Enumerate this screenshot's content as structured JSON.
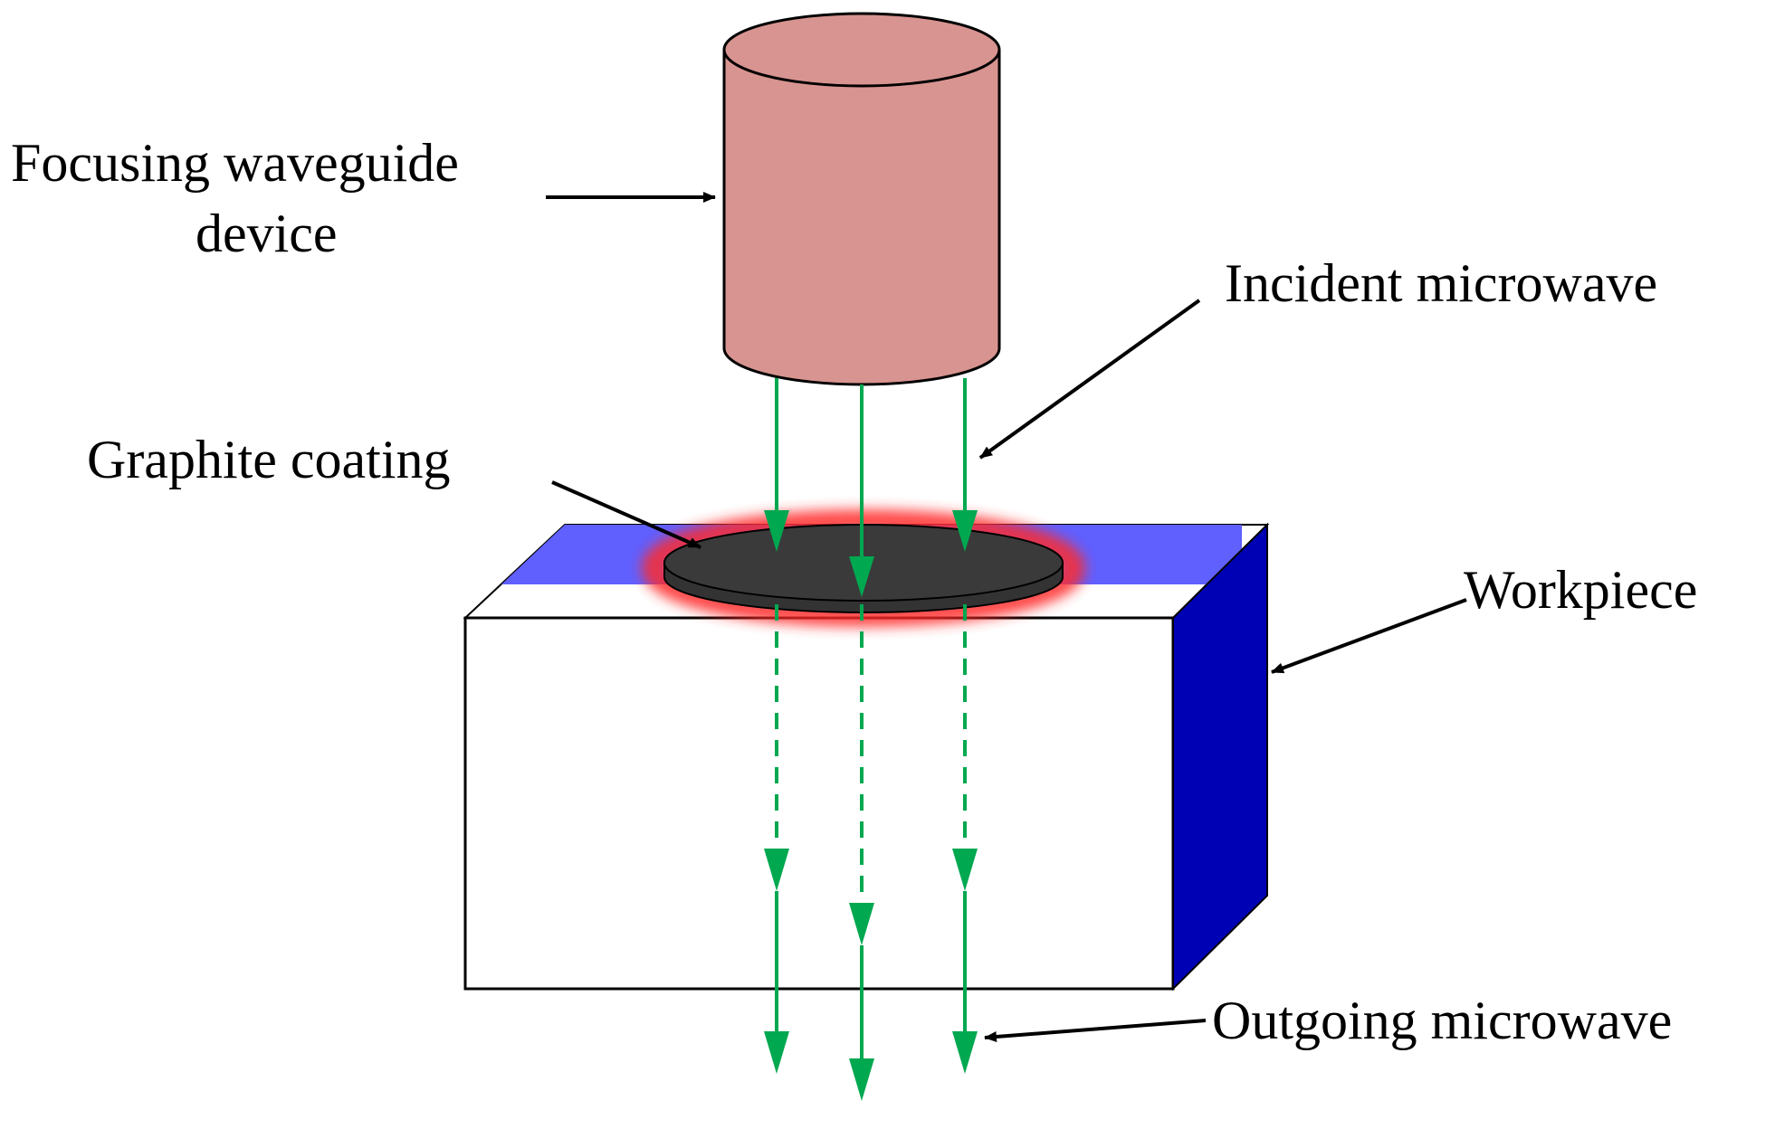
{
  "labels": {
    "waveguide_line1": "Focusing waveguide",
    "waveguide_line2": "device",
    "incident": "Incident microwave",
    "graphite": "Graphite coating",
    "workpiece": "Workpiece",
    "outgoing": "Outgoing microwave"
  },
  "colors": {
    "waveguide_fill": "#d89490",
    "workpiece_top": "#6060ff",
    "workpiece_side": "#0000b4",
    "workpiece_front": "#ffffff",
    "graphite_fill": "#3a3a3a",
    "heat_glow": "#ff2a2a",
    "microwave": "#00a850",
    "leader_arrow": "#000000"
  }
}
